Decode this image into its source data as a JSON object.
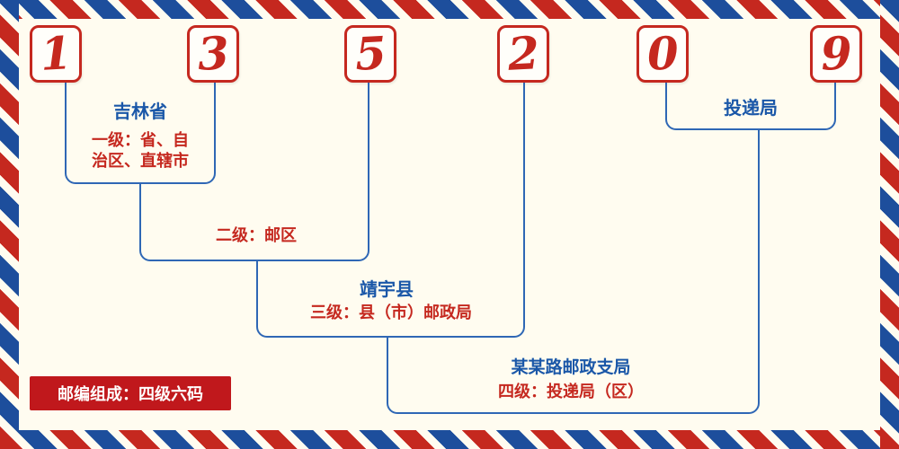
{
  "postal_code": {
    "digits": [
      "1",
      "3",
      "5",
      "2",
      "0",
      "9"
    ]
  },
  "labels": {
    "level1_region": "吉林省",
    "level1_desc_line1": "一级：省、自",
    "level1_desc_line2": "治区、直辖市",
    "level2_desc": "二级：邮区",
    "level3_region": "靖宇县",
    "level3_desc": "三级：县（市）邮政局",
    "level4_branch": "某某路邮政支局",
    "level4_desc": "四级：投递局（区）",
    "delivery_office": "投递局",
    "badge": "邮编组成：四级六码"
  },
  "colors": {
    "digit_red": "#c5281f",
    "label_blue": "#1a57a8",
    "line_blue": "#2f67b5",
    "badge_bg": "#c0181c",
    "stripe_red": "#c5281f",
    "stripe_blue": "#1d4e9c",
    "background": "#fffcf0"
  }
}
